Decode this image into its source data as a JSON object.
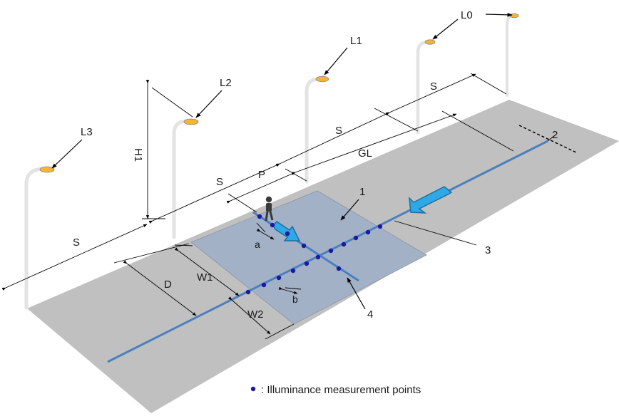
{
  "diagram": {
    "labels": {
      "L0": "L0",
      "L1": "L1",
      "L2": "L2",
      "L3": "L3",
      "S": "S",
      "H1": "H1",
      "P": "P",
      "GL": "GL",
      "D": "D",
      "W1": "W1",
      "W2": "W2",
      "a": "a",
      "b": "b",
      "n1": "1",
      "n2": "2",
      "n3": "3",
      "n4": "4"
    },
    "legend": {
      "text": ":  Illuminance measurement points"
    },
    "colors": {
      "road": "#c0c0c0",
      "crossing_area": "#a3b1c7",
      "center_line": "#4a7fc0",
      "measurement_point": "#1a1aa0",
      "pole": "#e3e3e3",
      "lamp": "#f2b633",
      "arrow_fill": "#2ea9e6"
    }
  }
}
